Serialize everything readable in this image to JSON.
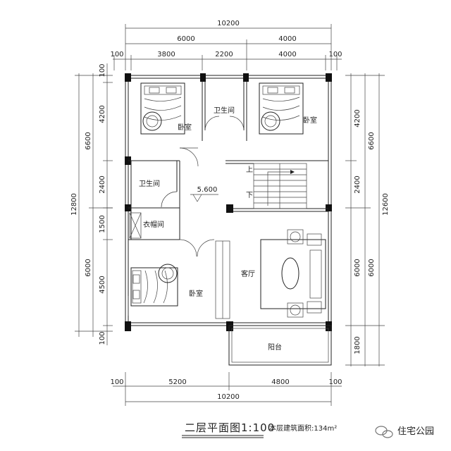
{
  "dimensions": {
    "top_total": "10200",
    "top_row2": [
      "6000",
      "4000"
    ],
    "top_row3": [
      "100",
      "3800",
      "2200",
      "4000",
      "100"
    ],
    "bottom_row1": [
      "100",
      "5200",
      "4800",
      "100"
    ],
    "bottom_total": "10200",
    "left_outer": "12800",
    "left_mid": [
      "6600",
      "6000"
    ],
    "left_inner": [
      "100",
      "4200",
      "2400",
      "1500",
      "4500",
      "100"
    ],
    "right_inner": [
      "4200",
      "2400",
      "6000",
      "1800"
    ],
    "right_mid": [
      "6600",
      "6000"
    ],
    "right_outer": "12600"
  },
  "rooms": {
    "bedroom": "卧室",
    "bathroom": "卫生间",
    "closet": "衣帽间",
    "living": "客厅",
    "balcony": "阳台",
    "elevation": "5.600",
    "stair_up": "上",
    "stair_down": "下"
  },
  "caption": {
    "title": "二层平面图",
    "scale": "1:100",
    "area_label": "本层建筑面积:134m²"
  },
  "watermark": {
    "text": "住宅公园"
  }
}
